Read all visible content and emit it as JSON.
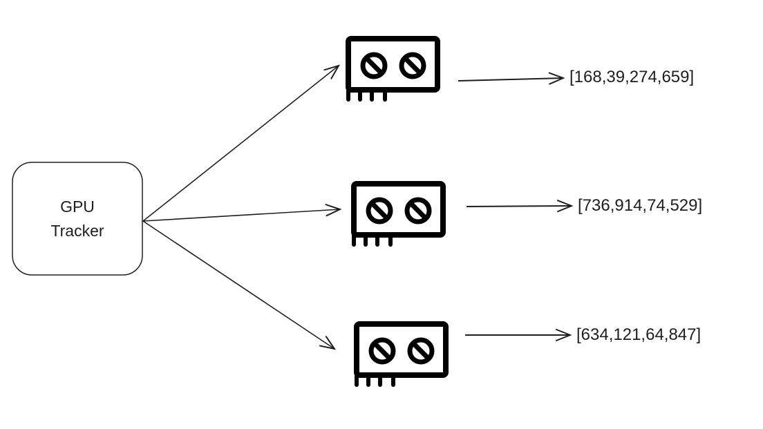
{
  "source": {
    "line1": "GPU",
    "line2": "Tracker"
  },
  "gpus": [
    {
      "icon": "gpu-icon",
      "output": "[168,39,274,659]"
    },
    {
      "icon": "gpu-icon",
      "output": "[736,914,74,529]"
    },
    {
      "icon": "gpu-icon",
      "output": "[634,121,64,847]"
    }
  ],
  "colors": {
    "stroke": "#1e1e1e"
  }
}
